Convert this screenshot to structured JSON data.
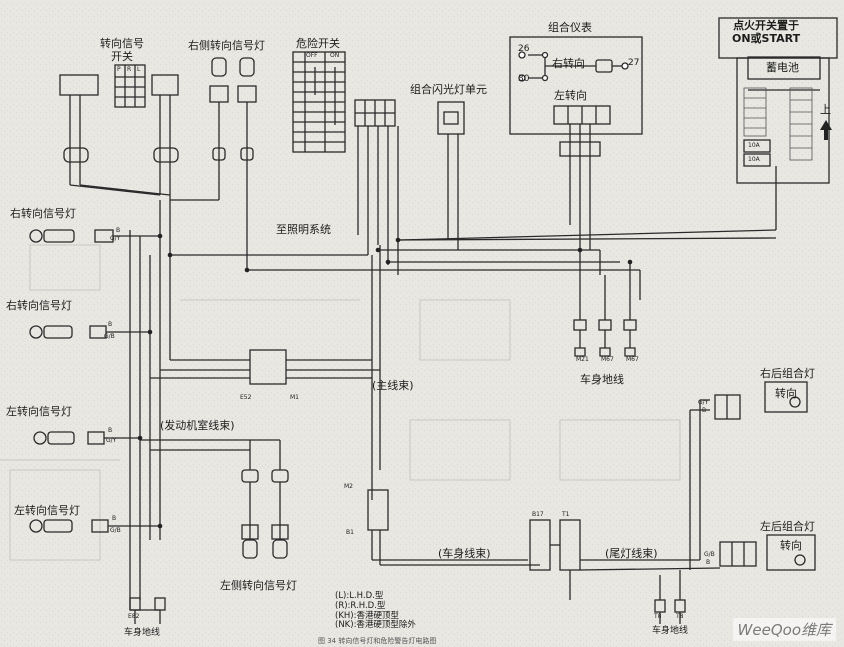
{
  "labels": {
    "turn_switch": "转向信号\n开关",
    "right_side_turn_lamp": "右侧转向信号灯",
    "hazard_switch": "危险开关",
    "combo_meter": "组合仪表",
    "ignition": "点火开关置于\nON或START",
    "flasher_unit": "组合闪光灯单元",
    "battery": "蓄电池",
    "up": "上",
    "right_turn": "右转向",
    "left_turn": "左转向",
    "right_turn_lamp_1": "右转向信号灯",
    "right_turn_lamp_2": "右转向信号灯",
    "left_turn_lamp_1": "左转向信号灯",
    "left_turn_lamp_2": "左转向信号灯",
    "to_lighting": "至照明系统",
    "body_ground_mid": "车身地线",
    "body_ground_left": "车身地线",
    "body_ground_right": "车身地线",
    "main_harness": "(主线束)",
    "engine_harness": "(发动机室线束)",
    "body_harness": "(车身线束)",
    "tail_harness": "(尾灯线束)",
    "left_side_turn_lamp": "左侧转向信号灯",
    "right_rear_combo": "右后组合灯",
    "left_rear_combo": "左后组合灯",
    "turn_box_r": "转向",
    "turn_box_l": "转向"
  },
  "hazard_table": {
    "off": "OFF",
    "on": "ON"
  },
  "turn_table": {
    "cols": [
      "P",
      "R",
      "L"
    ]
  },
  "pins": {
    "p26": "26",
    "p27": "27",
    "p30": "30"
  },
  "fuses": {
    "f1": "10A",
    "f2": "10A"
  },
  "connectors": {
    "e52": "E52",
    "m1": "M1",
    "m21": "M21",
    "m67": "M67",
    "m67b": "M67",
    "m2": "M2",
    "b1": "B1",
    "b17": "B17",
    "t1": "T1",
    "t8": "T8",
    "t8b": "T8",
    "e82": "E82"
  },
  "wires": {
    "b": "B",
    "gy": "G/Y",
    "gb": "G/B",
    "b2": "B",
    "gb2": "G/B",
    "b3": "B",
    "gy2": "G/Y",
    "b4": "B",
    "gb3": "G/B",
    "gy_r": "G/Y",
    "b_r": "B",
    "gb_l": "G/B",
    "b_l": "B"
  },
  "legend": [
    "(L):L.H.D.型",
    "(R):R.H.D.型",
    "(KH):香港硬顶型",
    "(NK):香港硬顶型除外"
  ],
  "caption": "图 34   转向信号灯和危险警告灯电路图",
  "watermark": "WeeQoo维库"
}
